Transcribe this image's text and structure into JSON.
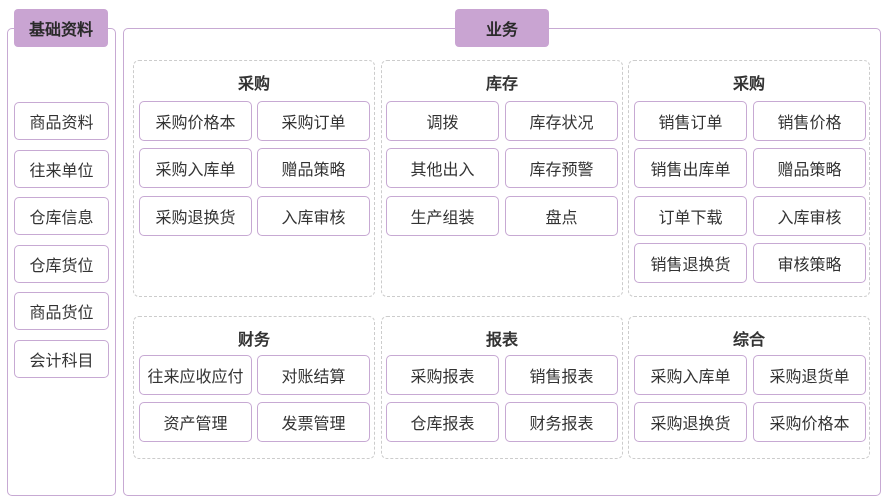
{
  "left": {
    "tab": "基础资料",
    "items": [
      "商品资料",
      "往来单位",
      "仓库信息",
      "仓库货位",
      "商品货位",
      "会计科目"
    ]
  },
  "right": {
    "tab": "业务",
    "sections": [
      {
        "title": "采购",
        "buttons": [
          "采购价格本",
          "采购订单",
          "采购入库单",
          "赠品策略",
          "采购退换货",
          "入库审核"
        ]
      },
      {
        "title": "库存",
        "buttons": [
          "调拨",
          "库存状况",
          "其他出入",
          "库存预警",
          "生产组装",
          "盘点"
        ]
      },
      {
        "title": "采购",
        "buttons": [
          "销售订单",
          "销售价格",
          "销售出库单",
          "赠品策略",
          "订单下载",
          "入库审核",
          "销售退换货",
          "审核策略"
        ]
      },
      {
        "title": "财务",
        "buttons": [
          "往来应收应付",
          "对账结算",
          "资产管理",
          "发票管理"
        ]
      },
      {
        "title": "报表",
        "buttons": [
          "采购报表",
          "销售报表",
          "仓库报表",
          "财务报表"
        ]
      },
      {
        "title": "综合",
        "buttons": [
          "采购入库单",
          "采购退货单",
          "采购退换货",
          "采购价格本"
        ]
      }
    ]
  }
}
